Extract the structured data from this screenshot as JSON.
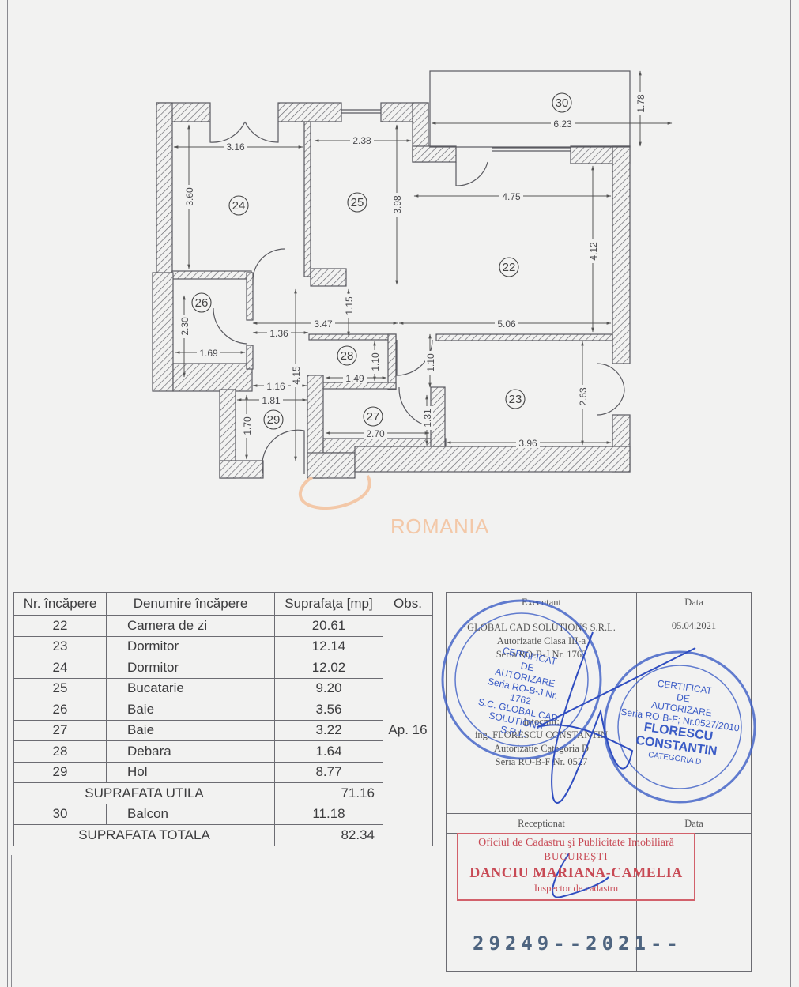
{
  "floor_plan": {
    "rooms": [
      {
        "id": "22",
        "label": "22"
      },
      {
        "id": "23",
        "label": "23"
      },
      {
        "id": "24",
        "label": "24"
      },
      {
        "id": "25",
        "label": "25"
      },
      {
        "id": "26",
        "label": "26"
      },
      {
        "id": "27",
        "label": "27"
      },
      {
        "id": "28",
        "label": "28"
      },
      {
        "id": "29",
        "label": "29"
      },
      {
        "id": "30",
        "label": "30"
      }
    ],
    "dimensions": {
      "d_3_16": "3.16",
      "d_3_60": "3.60",
      "d_2_38": "2.38",
      "d_3_98": "3.98",
      "d_6_23": "6.23",
      "d_1_78": "1.78",
      "d_4_75": "4.75",
      "d_4_12": "4.12",
      "d_5_06": "5.06",
      "d_2_30": "2.30",
      "d_1_69": "1.69",
      "d_1_36": "1.36",
      "d_3_47": "3.47",
      "d_1_15": "1.15",
      "d_1_10a": "1.10",
      "d_1_10b": "1.10",
      "d_1_49": "1.49",
      "d_4_15": "4.15",
      "d_1_16": "1.16",
      "d_1_81": "1.81",
      "d_1_70": "1.70",
      "d_2_70": "2.70",
      "d_1_31": "1.31",
      "d_2_63": "2.63",
      "d_3_96": "3.96"
    },
    "watermark": "ROMANIA",
    "accent_color": "#f3c8a8"
  },
  "rooms_table": {
    "headers": {
      "nr": "Nr. încăpere",
      "name": "Denumire încăpere",
      "area": "Suprafaţa [mp]",
      "obs": "Obs."
    },
    "rows": [
      {
        "nr": "22",
        "name": "Camera de zi",
        "area": "20.61"
      },
      {
        "nr": "23",
        "name": "Dormitor",
        "area": "12.14"
      },
      {
        "nr": "24",
        "name": "Dormitor",
        "area": "12.02"
      },
      {
        "nr": "25",
        "name": "Bucatarie",
        "area": "9.20"
      },
      {
        "nr": "26",
        "name": "Baie",
        "area": "3.56"
      },
      {
        "nr": "27",
        "name": "Baie",
        "area": "3.22"
      },
      {
        "nr": "28",
        "name": "Debara",
        "area": "1.64"
      },
      {
        "nr": "29",
        "name": "Hol",
        "area": "8.77"
      }
    ],
    "obs_value": "Ap. 16",
    "useful_area": {
      "label": "SUPRAFATA UTILA",
      "value": "71.16"
    },
    "balcony": {
      "nr": "30",
      "name": "Balcon",
      "area": "11.18"
    },
    "total_area": {
      "label": "SUPRAFATA TOTALA",
      "value": "82.34"
    }
  },
  "signature_table": {
    "executant_header": "Executant",
    "date_header": "Data",
    "date_value": "05.04.2021",
    "executant_lines": [
      "GLOBAL CAD SOLUTIONS S.R.L.",
      "Autorizatie Clasa III-a",
      "Seria RO-B-J Nr. 1762",
      "",
      "",
      "",
      "",
      "Intocmit:",
      "ing. FLORESCU CONSTANTIN",
      "Autorizatie Categoria D",
      "Seria RO-B-F Nr. 0527"
    ],
    "receptionat_header": "Receptionat",
    "date_header_2": "Data",
    "red_stamp": {
      "line1": "Oficiul de Cadastru şi Publicitate Imobiliară",
      "line2": "BUCUREŞTI",
      "line3": "DANCIU MARIANA-CAMELIA",
      "line4": "Inspector de cadastru"
    },
    "registration_number": "29249--2021--",
    "blue_stamp_left": {
      "lines": [
        "CERTIFICAT",
        "DE",
        "AUTORIZARE",
        "Seria RO-B-J Nr. 1762",
        "S.C. GLOBAL CAD",
        "SOLUTIONS",
        "S.R.L."
      ]
    },
    "blue_stamp_right": {
      "lines": [
        "CERTIFICAT",
        "DE",
        "AUTORIZARE",
        "Seria RO-B-F; Nr.0527/2010",
        "FLORESCU",
        "CONSTANTIN",
        "CATEGORIA D"
      ]
    },
    "stamp_colors": {
      "blue": "#3b5cc6",
      "red": "#c84a55"
    }
  }
}
